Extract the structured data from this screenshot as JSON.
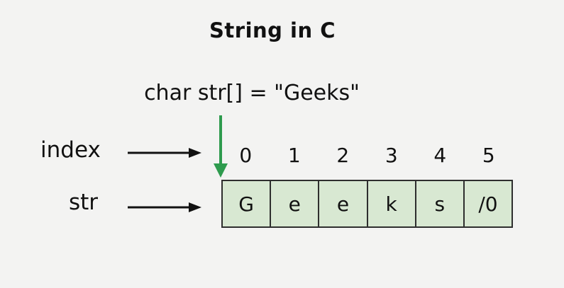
{
  "title": "String in C",
  "declaration": "char str[] = \"Geeks\"",
  "labels": {
    "index": "index",
    "str": "str"
  },
  "array": {
    "indices": [
      "0",
      "1",
      "2",
      "3",
      "4",
      "5"
    ],
    "cells": [
      "G",
      "e",
      "e",
      "k",
      "s",
      "/0"
    ]
  },
  "colors": {
    "background": "#f3f3f2",
    "cell_fill": "#d8e8d2",
    "cell_border": "#2e2e2e",
    "arrow_green": "#2e9b4e",
    "ink": "#111111"
  }
}
